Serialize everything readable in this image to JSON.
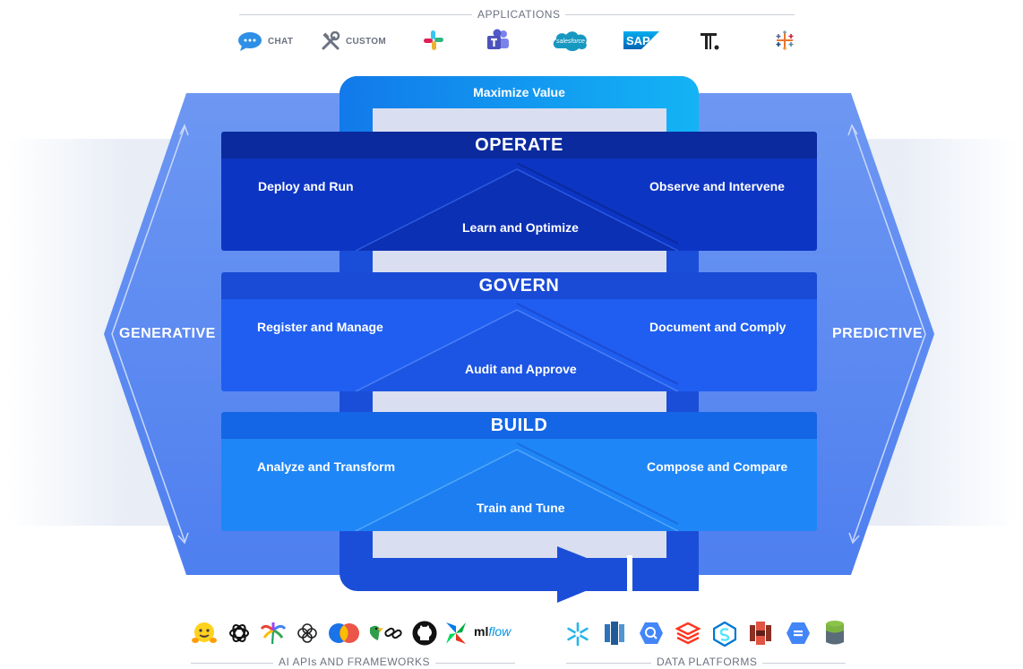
{
  "applications": {
    "label": "APPLICATIONS",
    "items": [
      {
        "name": "chat",
        "label": "CHAT",
        "icon": "chat-bubble-icon"
      },
      {
        "name": "custom",
        "label": "CUSTOM",
        "icon": "tools-icon"
      },
      {
        "name": "slack",
        "label": "",
        "icon": "slack-icon"
      },
      {
        "name": "teams",
        "label": "",
        "icon": "teams-icon"
      },
      {
        "name": "salesforce",
        "label": "salesforce",
        "icon": "salesforce-icon"
      },
      {
        "name": "sap",
        "label": "SAP",
        "icon": "sap-icon"
      },
      {
        "name": "t-dot",
        "label": "T.",
        "icon": "t-dot-icon"
      },
      {
        "name": "tableau",
        "label": "",
        "icon": "tableau-icon"
      }
    ]
  },
  "cycle": {
    "top_label": "Maximize Value"
  },
  "sides": {
    "left": "GENERATIVE",
    "right": "PREDICTIVE"
  },
  "layers": [
    {
      "title": "OPERATE",
      "left": "Deploy and Run",
      "right": "Observe and Intervene",
      "center": "Learn and Optimize"
    },
    {
      "title": "GOVERN",
      "left": "Register and Manage",
      "right": "Document and Comply",
      "center": "Audit and Approve"
    },
    {
      "title": "BUILD",
      "left": "Analyze and Transform",
      "right": "Compose and Compare",
      "center": "Train and Tune"
    }
  ],
  "frameworks": {
    "label": "AI APIs AND FRAMEWORKS",
    "mlflow_text": "ml",
    "mlflow_text_italic": "flow",
    "items": [
      "hugging-face-icon",
      "openai-icon",
      "palm-icon",
      "anthropic-icon",
      "gemini-icon",
      "parrot-chain-icon",
      "github-icon",
      "airflow-icon",
      "mlflow-icon"
    ]
  },
  "data_platforms": {
    "label": "DATA PLATFORMS",
    "items": [
      "snowflake-icon",
      "redshift-icon",
      "bigquery-icon",
      "databricks-icon",
      "synapse-icon",
      "s3-icon",
      "sql-icon",
      "database-icon"
    ]
  },
  "colors": {
    "operate": "#0a2ba8",
    "govern": "#1556e6",
    "build": "#1e7ef5",
    "hexagon": "#5b8af0",
    "accent": "#0a87e8"
  }
}
